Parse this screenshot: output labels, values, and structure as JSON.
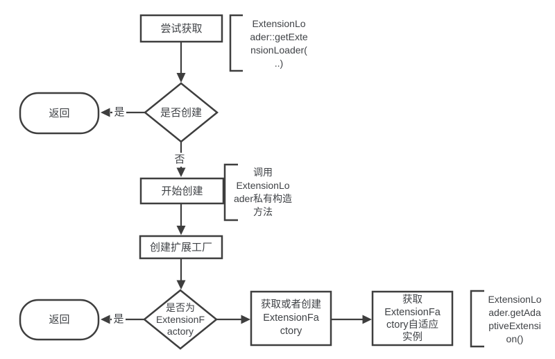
{
  "colors": {
    "stroke": "#3e3e3e",
    "text": "#3f4246",
    "background": "#ffffff"
  },
  "flowchart": {
    "nodes": {
      "try_get": "尝试获取",
      "is_created": "是否创建",
      "return_top": "返回",
      "start_create": "开始创建",
      "create_extension_factory": "创建扩展工厂",
      "is_extension_factory": "是否为\nExtensionF\nactory",
      "return_bottom": "返回",
      "get_or_create_factory": "获取或者创建\nExtensionFa\nctory",
      "get_adaptive_instance": "获取\nExtensionFa\nctory自适应\n实例"
    },
    "edge_labels": {
      "yes_top": "是",
      "no": "否",
      "yes_bottom": "是"
    },
    "annotations": {
      "get_extension_loader": "ExtensionLo\nader::getExte\nnsionLoader(\n..)",
      "call_private_constructor": "调用\nExtensionLo\nader私有构造\n方法",
      "get_adaptive_extension": "ExtensionLo\nader.getAda\nptiveExtensi\non()"
    }
  }
}
